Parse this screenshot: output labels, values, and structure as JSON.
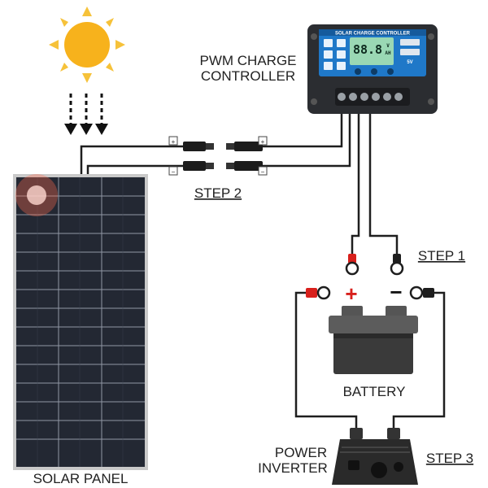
{
  "labels": {
    "controller_title_1": "PWM CHARGE",
    "controller_title_2": "CONTROLLER",
    "controller_brand": "SOLAR CHARGE CONTROLLER",
    "controller_lcd_value": "88.8",
    "controller_lcd_unit_1": "V",
    "controller_lcd_unit_2": "AH",
    "controller_usb_label": "5V",
    "step1": "STEP 1",
    "step2": "STEP 2",
    "step3": "STEP 3",
    "battery": "BATTERY",
    "inverter_1": "POWER",
    "inverter_2": "INVERTER",
    "solar_panel": "SOLAR PANEL",
    "plus_symbol": "+",
    "minus_symbol": "−",
    "connector_plus": "+",
    "connector_minus": "−"
  },
  "colors": {
    "sun": "#f7b21c",
    "sun_rays": "#f6c23a",
    "controller_body": "#2b2d31",
    "controller_face": "#1f78c8",
    "lcd": "#9ad8b4",
    "battery_body": "#3a3a3a",
    "battery_top": "#5c5c5c",
    "positive": "#d8201c",
    "wire": "#1e1e1e",
    "panel_frame": "#c9c9c9",
    "panel_cells": "#232833"
  }
}
